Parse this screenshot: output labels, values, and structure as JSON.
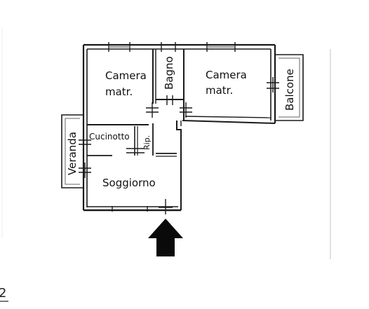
{
  "plan": {
    "rooms": {
      "camera1": {
        "line1": "Camera",
        "line2": "matr."
      },
      "bagno": {
        "label": "Bagno"
      },
      "camera2": {
        "line1": "Camera",
        "line2": "matr."
      },
      "balcone": {
        "label": "Balcone"
      },
      "cucinotto": {
        "label": "Cucinotto"
      },
      "rip": {
        "label": "Rip."
      },
      "veranda": {
        "label": "Veranda"
      },
      "soggiorno": {
        "label": "Soggiorno"
      }
    },
    "corner_mark": "2",
    "colors": {
      "wall": "#1a1a1a",
      "ink": "#111111",
      "paper": "#ffffff",
      "hatch": "#555555"
    },
    "icons": {
      "entrance": "entrance-arrow-icon"
    }
  }
}
